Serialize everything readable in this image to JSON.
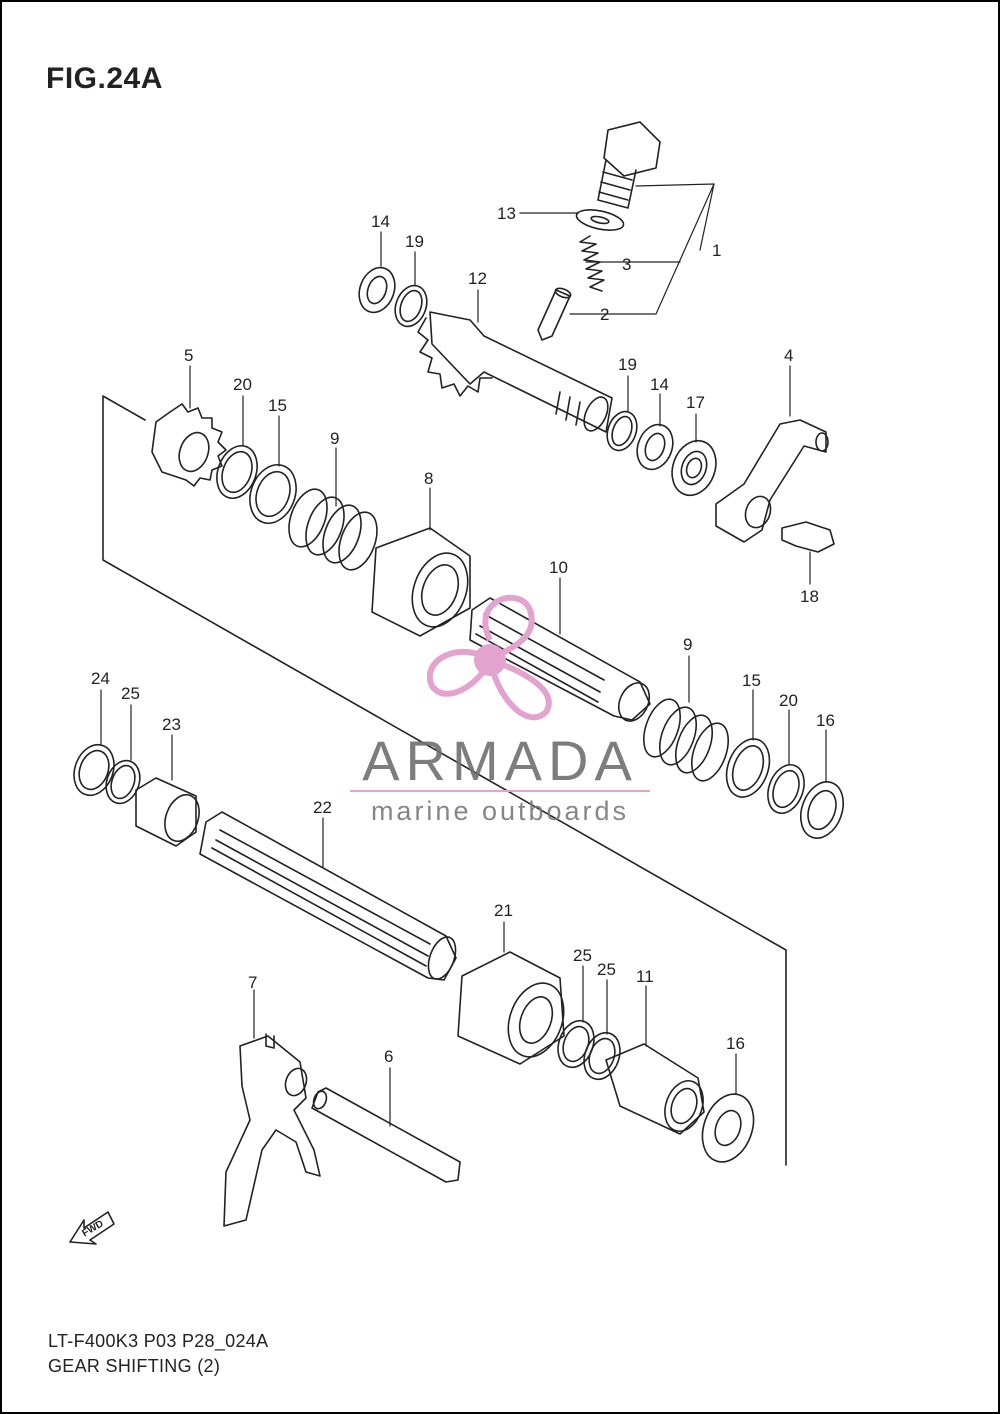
{
  "figure": {
    "title": "FIG.24A",
    "model_code": "LT-F400K3 P03 P28_024A",
    "caption": "GEAR SHIFTING (2)"
  },
  "watermark": {
    "name": "ARMADA",
    "tagline": "marine outboards",
    "accent_color": "#e4a3cf"
  },
  "fwd_label": "FWD",
  "callouts": {
    "c1": "1",
    "c2": "2",
    "c3": "3",
    "c4": "4",
    "c5": "5",
    "c6": "6",
    "c7": "7",
    "c8": "8",
    "c9a": "9",
    "c9b": "9",
    "c10": "10",
    "c11": "11",
    "c12": "12",
    "c13": "13",
    "c14a": "14",
    "c14b": "14",
    "c15a": "15",
    "c15b": "15",
    "c16a": "16",
    "c16b": "16",
    "c17": "17",
    "c18": "18",
    "c19a": "19",
    "c19b": "19",
    "c20a": "20",
    "c20b": "20",
    "c21": "21",
    "c22": "22",
    "c23": "23",
    "c24": "24",
    "c25a": "25",
    "c25b": "25",
    "c25c": "25"
  }
}
